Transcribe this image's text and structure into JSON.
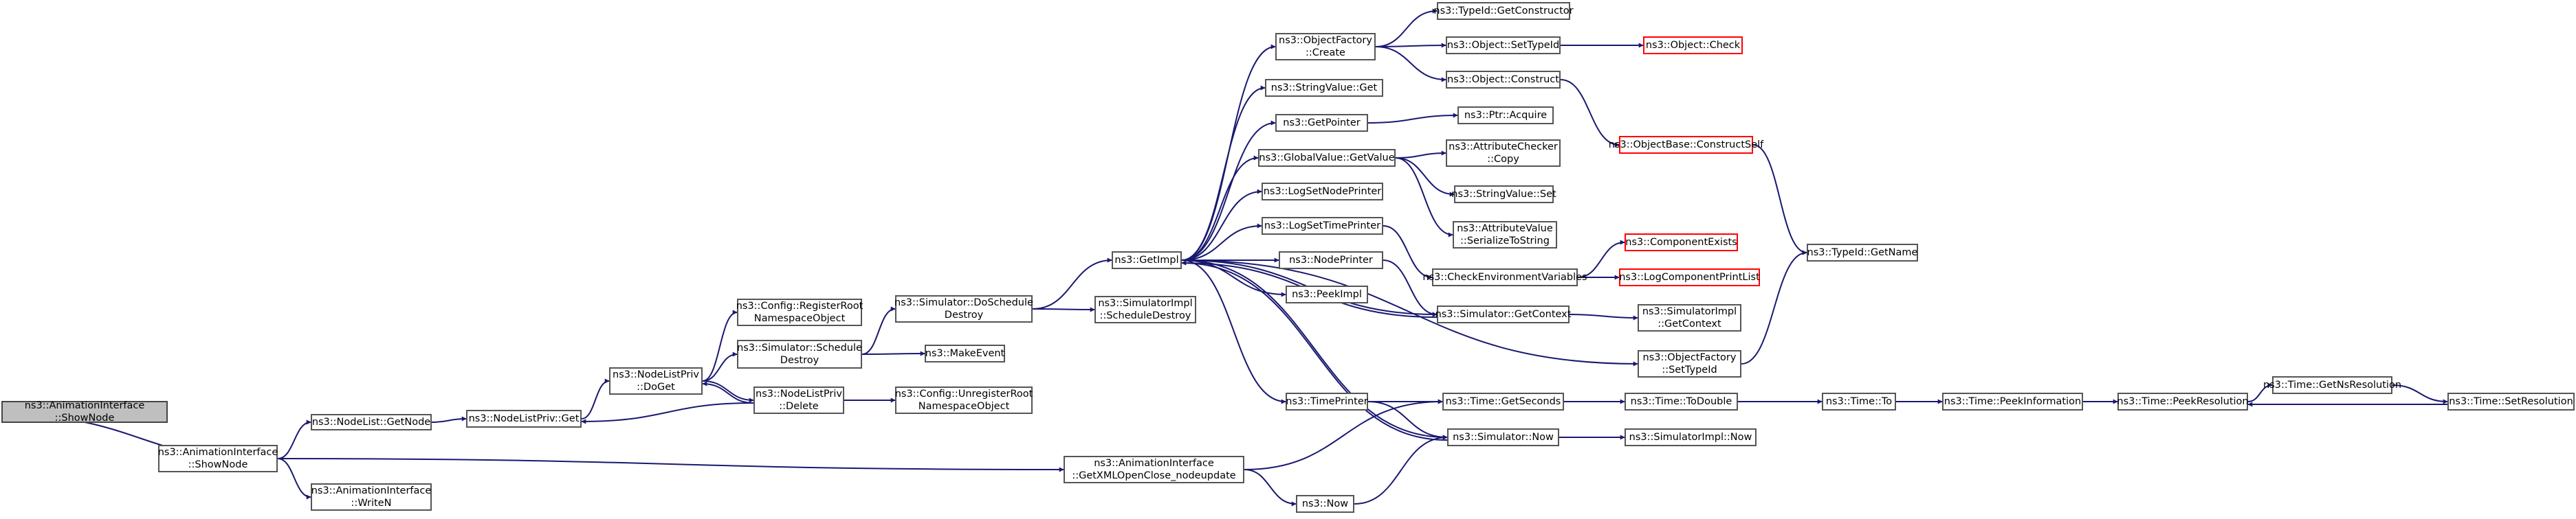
{
  "graph": {
    "colors": {
      "edge": "#191970",
      "node_border": "#555555",
      "truncated_border": "#ff0000",
      "root_fill": "#bfbfbf"
    },
    "nodes": [
      {
        "id": "n0",
        "lines": [
          "ns3::AnimationInterface",
          "::ShowNode"
        ],
        "root": true
      },
      {
        "id": "n1",
        "lines": [
          "ns3::AnimationInterface",
          "::ShowNode"
        ]
      },
      {
        "id": "n2",
        "lines": [
          "ns3::NodeList::GetNode"
        ]
      },
      {
        "id": "n3",
        "lines": [
          "ns3::AnimationInterface",
          "::WriteN"
        ]
      },
      {
        "id": "n4",
        "lines": [
          "ns3::NodeListPriv::Get"
        ]
      },
      {
        "id": "n5",
        "lines": [
          "ns3::NodeListPriv",
          "::DoGet"
        ]
      },
      {
        "id": "n6",
        "lines": [
          "ns3::Config::RegisterRoot",
          "NamespaceObject"
        ]
      },
      {
        "id": "n7",
        "lines": [
          "ns3::Simulator::Schedule",
          "Destroy"
        ]
      },
      {
        "id": "n8",
        "lines": [
          "ns3::NodeListPriv",
          "::Delete"
        ]
      },
      {
        "id": "n9",
        "lines": [
          "ns3::Simulator::DoSchedule",
          "Destroy"
        ]
      },
      {
        "id": "n10",
        "lines": [
          "ns3::MakeEvent"
        ]
      },
      {
        "id": "n11",
        "lines": [
          "ns3::Config::UnregisterRoot",
          "NamespaceObject"
        ]
      },
      {
        "id": "n12",
        "lines": [
          "ns3::GetImpl"
        ]
      },
      {
        "id": "n13",
        "lines": [
          "ns3::SimulatorImpl",
          "::ScheduleDestroy"
        ]
      },
      {
        "id": "n14",
        "lines": [
          "ns3::AnimationInterface",
          "::GetXMLOpenClose_nodeupdate"
        ]
      },
      {
        "id": "n15",
        "lines": [
          "ns3::ObjectFactory",
          "::Create"
        ]
      },
      {
        "id": "n16",
        "lines": [
          "ns3::StringValue::Get"
        ]
      },
      {
        "id": "n17",
        "lines": [
          "ns3::GetPointer"
        ]
      },
      {
        "id": "n18",
        "lines": [
          "ns3::GlobalValue::GetValue"
        ]
      },
      {
        "id": "n19",
        "lines": [
          "ns3::LogSetNodePrinter"
        ]
      },
      {
        "id": "n20",
        "lines": [
          "ns3::LogSetTimePrinter"
        ]
      },
      {
        "id": "n21",
        "lines": [
          "ns3::NodePrinter"
        ]
      },
      {
        "id": "n22",
        "lines": [
          "ns3::PeekImpl"
        ]
      },
      {
        "id": "n23",
        "lines": [
          "ns3::TimePrinter"
        ]
      },
      {
        "id": "n24",
        "lines": [
          "ns3::Now"
        ]
      },
      {
        "id": "n25",
        "lines": [
          "ns3::TypeId::GetConstructor"
        ]
      },
      {
        "id": "n26",
        "lines": [
          "ns3::Object::SetTypeId"
        ]
      },
      {
        "id": "n27",
        "lines": [
          "ns3::Object::Construct"
        ]
      },
      {
        "id": "n28",
        "lines": [
          "ns3::Ptr::Acquire"
        ]
      },
      {
        "id": "n29",
        "lines": [
          "ns3::AttributeChecker",
          "::Copy"
        ]
      },
      {
        "id": "n30",
        "lines": [
          "ns3::StringValue::Set"
        ]
      },
      {
        "id": "n31",
        "lines": [
          "ns3::AttributeValue",
          "::SerializeToString"
        ]
      },
      {
        "id": "n32",
        "lines": [
          "ns3::CheckEnvironmentVariables"
        ]
      },
      {
        "id": "n33",
        "lines": [
          "ns3::Simulator::GetContext"
        ]
      },
      {
        "id": "n34",
        "lines": [
          "ns3::ObjectFactory",
          "::SetTypeId"
        ]
      },
      {
        "id": "n35",
        "lines": [
          "ns3::Time::GetSeconds"
        ]
      },
      {
        "id": "n36",
        "lines": [
          "ns3::Simulator::Now"
        ]
      },
      {
        "id": "n37",
        "lines": [
          "ns3::Object::Check"
        ],
        "truncated": true
      },
      {
        "id": "n38",
        "lines": [
          "ns3::ObjectBase::ConstructSelf"
        ],
        "truncated": true
      },
      {
        "id": "n39",
        "lines": [
          "ns3::ComponentExists"
        ],
        "truncated": true
      },
      {
        "id": "n40",
        "lines": [
          "ns3::LogComponentPrintList"
        ],
        "truncated": true
      },
      {
        "id": "n41",
        "lines": [
          "ns3::SimulatorImpl",
          "::GetContext"
        ]
      },
      {
        "id": "n42",
        "lines": [
          "ns3::Time::ToDouble"
        ]
      },
      {
        "id": "n43",
        "lines": [
          "ns3::SimulatorImpl::Now"
        ]
      },
      {
        "id": "n44",
        "lines": [
          "ns3::TypeId::GetName"
        ]
      },
      {
        "id": "n45",
        "lines": [
          "ns3::Time::To"
        ]
      },
      {
        "id": "n46",
        "lines": [
          "ns3::Time::PeekInformation"
        ]
      },
      {
        "id": "n47",
        "lines": [
          "ns3::Time::PeekResolution"
        ]
      },
      {
        "id": "n48",
        "lines": [
          "ns3::Time::GetNsResolution"
        ]
      },
      {
        "id": "n49",
        "lines": [
          "ns3::Time::SetResolution"
        ]
      }
    ],
    "edges": [
      [
        "n0",
        "n1"
      ],
      [
        "n1",
        "n2"
      ],
      [
        "n1",
        "n3"
      ],
      [
        "n1",
        "n14"
      ],
      [
        "n2",
        "n4"
      ],
      [
        "n4",
        "n5"
      ],
      [
        "n5",
        "n6"
      ],
      [
        "n5",
        "n7"
      ],
      [
        "n5",
        "n8"
      ],
      [
        "n8",
        "n4"
      ],
      [
        "n8",
        "n5"
      ],
      [
        "n8",
        "n11"
      ],
      [
        "n7",
        "n9"
      ],
      [
        "n7",
        "n10"
      ],
      [
        "n9",
        "n12"
      ],
      [
        "n9",
        "n13"
      ],
      [
        "n14",
        "n35"
      ],
      [
        "n14",
        "n24"
      ],
      [
        "n12",
        "n15"
      ],
      [
        "n12",
        "n16"
      ],
      [
        "n12",
        "n17"
      ],
      [
        "n12",
        "n18"
      ],
      [
        "n12",
        "n19"
      ],
      [
        "n12",
        "n20"
      ],
      [
        "n12",
        "n21"
      ],
      [
        "n12",
        "n22"
      ],
      [
        "n12",
        "n23"
      ],
      [
        "n12",
        "n33"
      ],
      [
        "n12",
        "n34"
      ],
      [
        "n12",
        "n36"
      ],
      [
        "n15",
        "n25"
      ],
      [
        "n15",
        "n26"
      ],
      [
        "n15",
        "n27"
      ],
      [
        "n26",
        "n37"
      ],
      [
        "n27",
        "n38"
      ],
      [
        "n17",
        "n28"
      ],
      [
        "n18",
        "n29"
      ],
      [
        "n18",
        "n30"
      ],
      [
        "n18",
        "n31"
      ],
      [
        "n20",
        "n32"
      ],
      [
        "n32",
        "n39"
      ],
      [
        "n32",
        "n40"
      ],
      [
        "n21",
        "n33"
      ],
      [
        "n33",
        "n12"
      ],
      [
        "n33",
        "n41"
      ],
      [
        "n34",
        "n44"
      ],
      [
        "n38",
        "n44"
      ],
      [
        "n23",
        "n35"
      ],
      [
        "n23",
        "n36"
      ],
      [
        "n35",
        "n42"
      ],
      [
        "n42",
        "n45"
      ],
      [
        "n45",
        "n46"
      ],
      [
        "n46",
        "n47"
      ],
      [
        "n47",
        "n48"
      ],
      [
        "n48",
        "n49"
      ],
      [
        "n49",
        "n47"
      ],
      [
        "n36",
        "n12"
      ],
      [
        "n36",
        "n43"
      ],
      [
        "n24",
        "n36"
      ]
    ]
  }
}
